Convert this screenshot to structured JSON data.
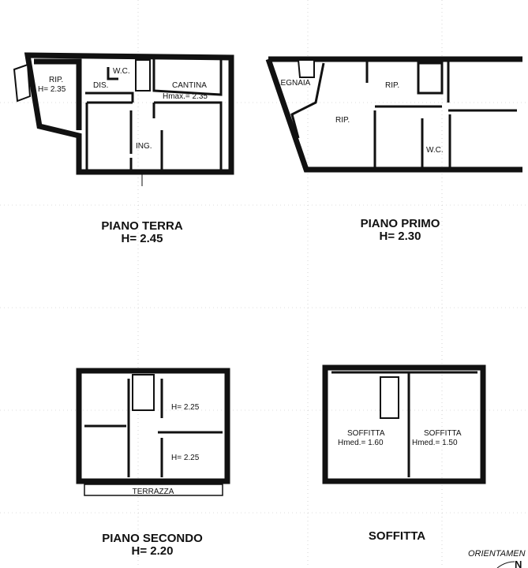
{
  "plans": [
    {
      "title": "PIANO TERRA",
      "height": "H= 2.45",
      "rooms": [
        "RIP.",
        "H= 2.35",
        "DIS.",
        "W.C.",
        "CANTINA",
        "Hmax.= 2.35",
        "ING."
      ]
    },
    {
      "title": "PIANO PRIMO",
      "height": "H= 2.30",
      "rooms": [
        "LEGNAIA",
        "RIP.",
        "RIP.",
        "W.C."
      ]
    },
    {
      "title": "PIANO SECONDO",
      "height": "H= 2.20",
      "rooms": [
        "H= 2.25",
        "H= 2.25",
        "TERRAZZA"
      ]
    },
    {
      "title": "SOFFITTA",
      "height": "",
      "rooms": [
        "SOFFITTA",
        "Hmed.= 1.60",
        "SOFFITTA",
        "Hmed.= 1.50"
      ]
    }
  ],
  "orientation": {
    "label": "ORIENTAMEN",
    "north": "N"
  }
}
